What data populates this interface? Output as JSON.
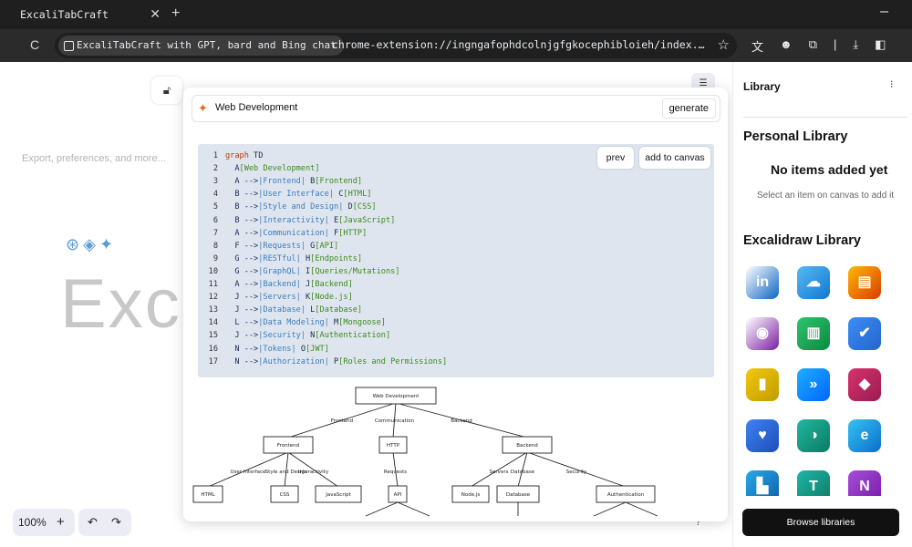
{
  "browser": {
    "tab_title": "ExcaliTabCraft",
    "tab_close": "✕",
    "new_tab": "+",
    "minimize": "–",
    "site_chip": "ExcaliTabCraft with GPT, bard and Bing chat",
    "url": "chrome-extension://ingngafophdcolnjgfgkocephibloieh/index.…",
    "reload_icon": "C",
    "star_icon": "☆",
    "toolbar_icons": [
      "文",
      "☻",
      "⧉",
      "|",
      "⤓",
      "◧"
    ]
  },
  "canvas": {
    "welcome_hint": "Export, preferences, and more...",
    "logo_text": "Exc",
    "zoom": "100%",
    "zoom_plus": "+",
    "undo": "↶",
    "redo": "↷",
    "help": "?"
  },
  "dialog": {
    "prompt": "Web Development",
    "generate_label": "generate",
    "prev_label": "prev",
    "add_label": "add to canvas",
    "code_lines": [
      {
        "n": "1",
        "parts": [
          [
            "kw",
            "graph"
          ],
          [
            "nd",
            " TD"
          ]
        ]
      },
      {
        "n": "2",
        "parts": [
          [
            "nd",
            "  A"
          ],
          [
            "tx",
            "[Web Development]"
          ]
        ]
      },
      {
        "n": "3",
        "parts": [
          [
            "nd",
            "  A "
          ],
          [
            "ar",
            "-->"
          ],
          [
            "lb",
            "|Frontend|"
          ],
          [
            "nd",
            " B"
          ],
          [
            "tx",
            "[Frontend]"
          ]
        ]
      },
      {
        "n": "4",
        "parts": [
          [
            "nd",
            "  B "
          ],
          [
            "ar",
            "-->"
          ],
          [
            "lb",
            "|User Interface|"
          ],
          [
            "nd",
            " C"
          ],
          [
            "tx",
            "[HTML]"
          ]
        ]
      },
      {
        "n": "5",
        "parts": [
          [
            "nd",
            "  B "
          ],
          [
            "ar",
            "-->"
          ],
          [
            "lb",
            "|Style and Design|"
          ],
          [
            "nd",
            " D"
          ],
          [
            "tx",
            "[CSS]"
          ]
        ]
      },
      {
        "n": "6",
        "parts": [
          [
            "nd",
            "  B "
          ],
          [
            "ar",
            "-->"
          ],
          [
            "lb",
            "|Interactivity|"
          ],
          [
            "nd",
            " E"
          ],
          [
            "tx",
            "[JavaScript]"
          ]
        ]
      },
      {
        "n": "7",
        "parts": [
          [
            "nd",
            "  A "
          ],
          [
            "ar",
            "-->"
          ],
          [
            "lb",
            "|Communication|"
          ],
          [
            "nd",
            " F"
          ],
          [
            "tx",
            "[HTTP]"
          ]
        ]
      },
      {
        "n": "8",
        "parts": [
          [
            "nd",
            "  F "
          ],
          [
            "ar",
            "-->"
          ],
          [
            "lb",
            "|Requests|"
          ],
          [
            "nd",
            " G"
          ],
          [
            "tx",
            "[API]"
          ]
        ]
      },
      {
        "n": "9",
        "parts": [
          [
            "nd",
            "  G "
          ],
          [
            "ar",
            "-->"
          ],
          [
            "lb",
            "|RESTful|"
          ],
          [
            "nd",
            " H"
          ],
          [
            "tx",
            "[Endpoints]"
          ]
        ]
      },
      {
        "n": "10",
        "parts": [
          [
            "nd",
            "  G "
          ],
          [
            "ar",
            "-->"
          ],
          [
            "lb",
            "|GraphQL|"
          ],
          [
            "nd",
            " I"
          ],
          [
            "tx",
            "[Queries/Mutations]"
          ]
        ]
      },
      {
        "n": "11",
        "parts": [
          [
            "nd",
            "  A "
          ],
          [
            "ar",
            "-->"
          ],
          [
            "lb",
            "|Backend|"
          ],
          [
            "nd",
            " J"
          ],
          [
            "tx",
            "[Backend]"
          ]
        ]
      },
      {
        "n": "12",
        "parts": [
          [
            "nd",
            "  J "
          ],
          [
            "ar",
            "-->"
          ],
          [
            "lb",
            "|Servers|"
          ],
          [
            "nd",
            " K"
          ],
          [
            "tx",
            "[Node.js]"
          ]
        ]
      },
      {
        "n": "13",
        "parts": [
          [
            "nd",
            "  J "
          ],
          [
            "ar",
            "-->"
          ],
          [
            "lb",
            "|Database|"
          ],
          [
            "nd",
            " L"
          ],
          [
            "tx",
            "[Database]"
          ]
        ]
      },
      {
        "n": "14",
        "parts": [
          [
            "nd",
            "  L "
          ],
          [
            "ar",
            "-->"
          ],
          [
            "lb",
            "|Data Modeling|"
          ],
          [
            "nd",
            " M"
          ],
          [
            "tx",
            "[Mongoose]"
          ]
        ]
      },
      {
        "n": "15",
        "parts": [
          [
            "nd",
            "  J "
          ],
          [
            "ar",
            "-->"
          ],
          [
            "lb",
            "|Security|"
          ],
          [
            "nd",
            " N"
          ],
          [
            "tx",
            "[Authentication]"
          ]
        ]
      },
      {
        "n": "16",
        "parts": [
          [
            "nd",
            "  N "
          ],
          [
            "ar",
            "-->"
          ],
          [
            "lb",
            "|Tokens|"
          ],
          [
            "nd",
            " O"
          ],
          [
            "tx",
            "[JWT]"
          ]
        ]
      },
      {
        "n": "17",
        "parts": [
          [
            "nd",
            "  N "
          ],
          [
            "ar",
            "-->"
          ],
          [
            "lb",
            "|Authorization|"
          ],
          [
            "nd",
            " P"
          ],
          [
            "tx",
            "[Roles and Permissions]"
          ]
        ]
      }
    ],
    "diagram": {
      "root": "Web Development",
      "level1_labels": [
        "Frontend",
        "Communication",
        "Backend"
      ],
      "level1_nodes": [
        "Frontend",
        "HTTP",
        "Backend"
      ],
      "level2_labels": [
        "User Interface",
        "Style and Design",
        "Interactivity",
        "Requests",
        "Servers",
        "Database",
        "Security"
      ],
      "level2_nodes": [
        "HTML",
        "CSS",
        "JavaScript",
        "API",
        "Node.js",
        "Database",
        "Authentication"
      ]
    }
  },
  "library": {
    "title": "Library",
    "pin_icon": "⁝",
    "personal_title": "Personal Library",
    "no_items": "No items added yet",
    "select_hint": "Select an item on canvas to add it",
    "excali_title": "Excalidraw Library",
    "items": [
      "linkedin-icon",
      "onedrive-icon",
      "stack-icon",
      "power-automate-icon",
      "planner-icon",
      "todo-icon",
      "power-bi-icon",
      "power-apps-icon",
      "power-automate-alt-icon",
      "viva-icon",
      "sway-icon",
      "edge-icon",
      "ms-library-icon",
      "teams-icon",
      "onenote-icon"
    ],
    "browse_label": "Browse libraries"
  }
}
